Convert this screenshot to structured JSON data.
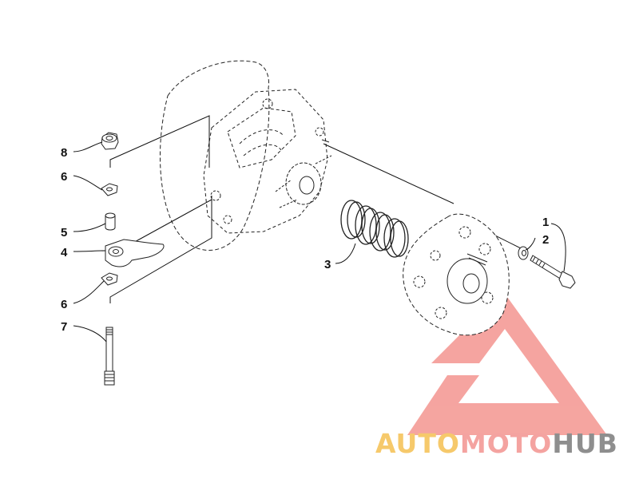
{
  "diagram": {
    "callouts": [
      {
        "id": "8",
        "label": "8"
      },
      {
        "id": "6a",
        "label": "6"
      },
      {
        "id": "5",
        "label": "5"
      },
      {
        "id": "4",
        "label": "4"
      },
      {
        "id": "6b",
        "label": "6"
      },
      {
        "id": "7",
        "label": "7"
      },
      {
        "id": "3",
        "label": "3"
      },
      {
        "id": "1",
        "label": "1"
      },
      {
        "id": "2",
        "label": "2"
      }
    ],
    "line_color": "#111111"
  },
  "watermark": {
    "part1": "AUTO",
    "part2": "MOTO",
    "part3": "HUB",
    "colors": {
      "auto": "#f6c96b",
      "moto": "#f4a3a0",
      "hub": "#8e8e8e",
      "logo": "#f49b96"
    }
  }
}
